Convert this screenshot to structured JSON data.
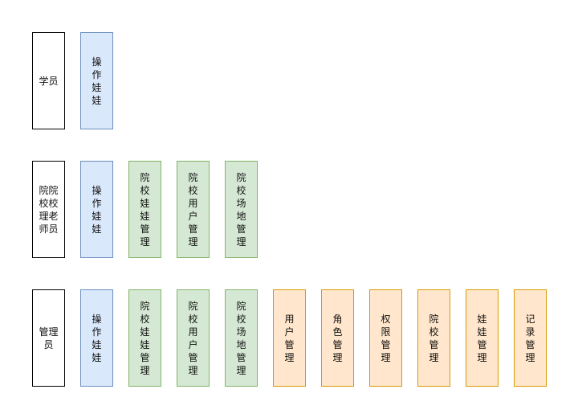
{
  "rows": [
    {
      "role": "学员",
      "functions": [
        "操作娃娃"
      ]
    },
    {
      "role": "院院校校理老师员",
      "functions": [
        "操作娃娃",
        "院校娃娃管理",
        "院校用户管理",
        "院校场地管理"
      ]
    },
    {
      "role": "管理员",
      "functions": [
        "操作娃娃",
        "院校娃娃管理",
        "院校用户管理",
        "院校场地管理",
        "用户管理",
        "角色管理",
        "权限管理",
        "院校管理",
        "娃娃管理",
        "记录管理"
      ]
    }
  ],
  "colors": {
    "blue_fill": "#dae8fc",
    "blue_stroke": "#6c8ebf",
    "green_fill": "#d5e8d4",
    "green_stroke": "#82b366",
    "orange_fill": "#ffe6cc",
    "orange_stroke": "#d79b00"
  }
}
